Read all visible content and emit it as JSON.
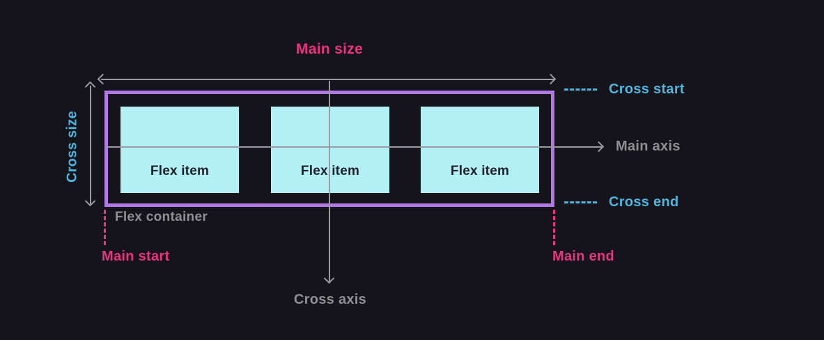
{
  "diagram": {
    "labels": {
      "main_size": "Main size",
      "cross_size": "Cross size",
      "cross_start": "Cross start",
      "cross_end": "Cross end",
      "main_axis": "Main axis",
      "cross_axis": "Cross axis",
      "main_start": "Main start",
      "main_end": "Main end",
      "flex_container": "Flex container"
    },
    "flex_items": [
      {
        "label": "Flex item"
      },
      {
        "label": "Flex item"
      },
      {
        "label": "Flex item"
      }
    ],
    "colors": {
      "background": "#15141a",
      "pink": "#e93480",
      "blue": "#50b4e0",
      "purple": "#b279e6",
      "item-fill": "#b2f0f6",
      "item-text": "#20202a",
      "gray": "#8f8f94",
      "arrow": "#9a9aa0"
    }
  }
}
